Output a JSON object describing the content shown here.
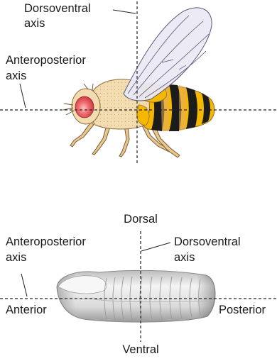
{
  "top_panel": {
    "dv_label_line1": "Dorsoventral",
    "dv_label_line2": "axis",
    "ap_label_line1": "Anteroposterior",
    "ap_label_line2": "axis"
  },
  "bottom_panel": {
    "dorsal": "Dorsal",
    "ventral": "Ventral",
    "anterior": "Anterior",
    "posterior": "Posterior",
    "ap_label_line1": "Anteroposterior",
    "ap_label_line2": "axis",
    "dv_label_line1": "Dorsoventral",
    "dv_label_line2": "axis"
  },
  "colors": {
    "body_tan": "#f2dcb0",
    "body_outline": "#8a6a3a",
    "stripe_yellow": "#f5b800",
    "stripe_black": "#1c1c1c",
    "eye_red": "#e8424a",
    "wing_fill": "#eae9f5",
    "embryo_light": "#eeeeee",
    "embryo_dark": "#9a9a9a",
    "axis_line": "#222222"
  }
}
